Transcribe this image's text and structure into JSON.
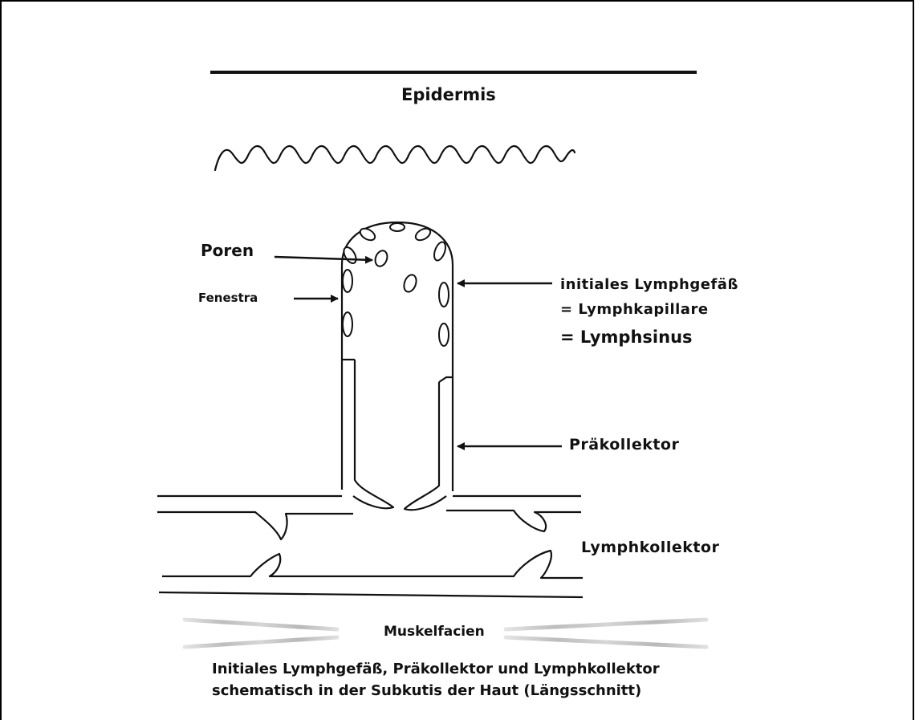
{
  "labels": {
    "epidermis": "Epidermis",
    "poren": "Poren",
    "fenestra": "Fenestra",
    "initial_vessel": "initiales Lymphgefäß",
    "lymph_capillary": "= Lymphkapillare",
    "lymph_sinus": "= Lymphsinus",
    "precollector": "Präkollektor",
    "lymph_collector": "Lymphkollektor",
    "muscle_fascia": "Muskelfacien"
  },
  "caption": {
    "line1": "Initiales Lymphgefäß, Präkollektor und Lymphkollektor",
    "line2": "schematisch in der Subkutis der Haut (Längsschnitt)"
  },
  "colors": {
    "ink": "#111111",
    "fascia": "#c8c8c8",
    "frame": "#000000"
  }
}
